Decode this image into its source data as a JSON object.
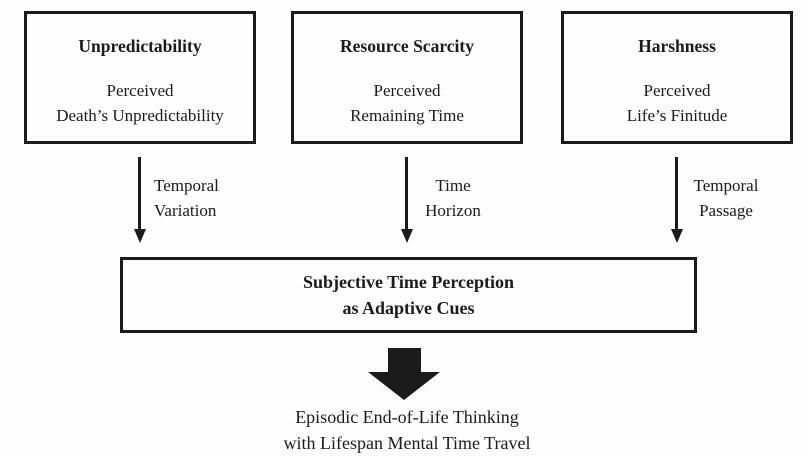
{
  "colors": {
    "ink": "#1b1b1b",
    "background": "#fdfdfd"
  },
  "diagram": {
    "top_boxes": [
      {
        "title": "Unpredictability",
        "subtitle": "Perceived\nDeath’s Unpredictability",
        "arrow_label": "Temporal\nVariation"
      },
      {
        "title": "Resource Scarcity",
        "subtitle": "Perceived\nRemaining Time",
        "arrow_label": "Time\nHorizon"
      },
      {
        "title": "Harshness",
        "subtitle": "Perceived\nLife’s Finitude",
        "arrow_label": "Temporal\nPassage"
      }
    ],
    "central_box": {
      "title": "Subjective Time Perception\nas Adaptive Cues"
    },
    "outcome": {
      "text": "Episodic End-of-Life Thinking\nwith Lifespan Mental Time Travel"
    }
  }
}
